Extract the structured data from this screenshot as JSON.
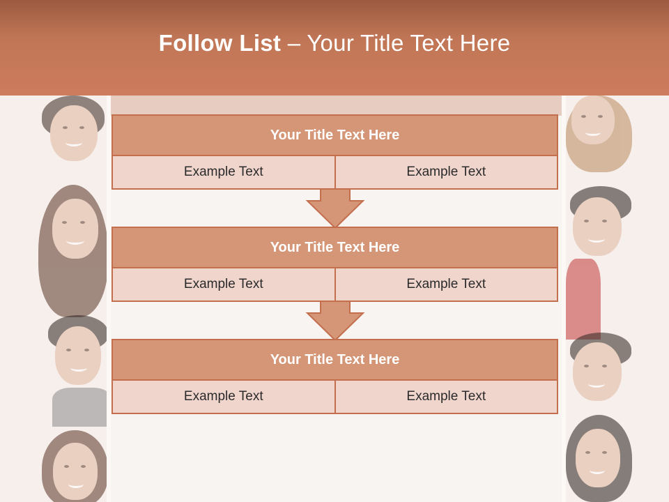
{
  "header": {
    "title_bold": "Follow List",
    "title_rest": " – Your Title Text Here"
  },
  "blocks": [
    {
      "title": "Your Title Text Here",
      "left": "Example Text",
      "right": "Example Text"
    },
    {
      "title": "Your Title Text Here",
      "left": "Example Text",
      "right": "Example Text"
    },
    {
      "title": "Your Title Text Here",
      "left": "Example Text",
      "right": "Example Text"
    }
  ],
  "colors": {
    "header": "#c07656",
    "block_head": "#d59677",
    "block_body": "#f0d5cd",
    "border": "#c36e4d"
  }
}
